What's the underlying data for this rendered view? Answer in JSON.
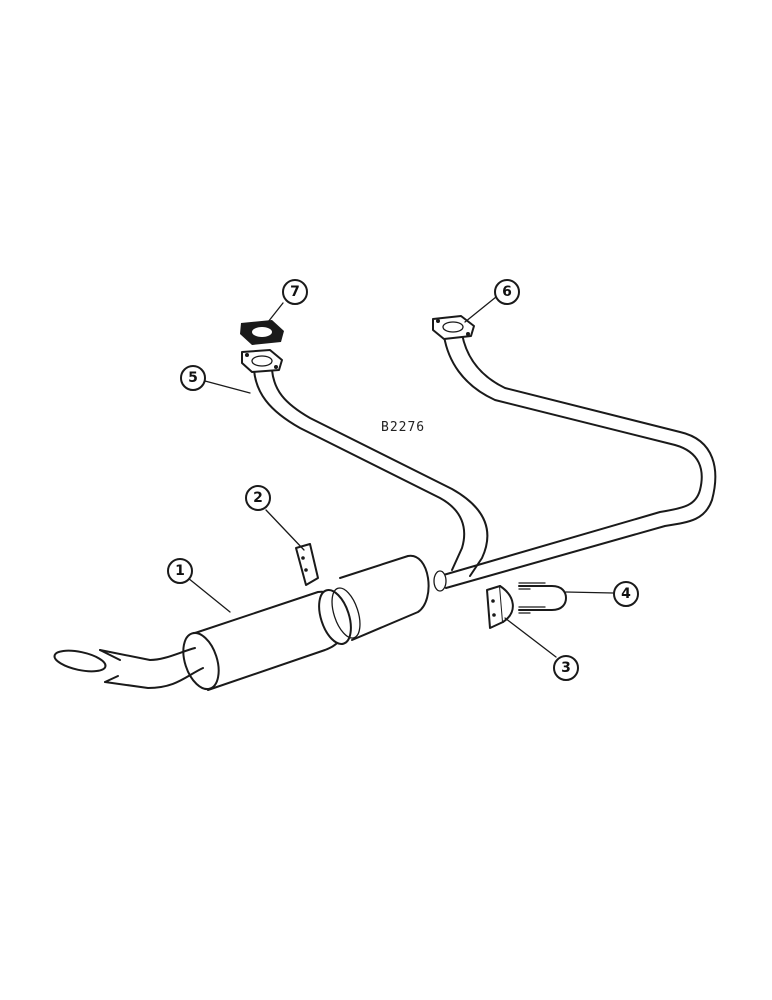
{
  "drawing_number": "B2276",
  "callouts": [
    {
      "label": "1",
      "part": "muffler"
    },
    {
      "label": "2",
      "part": "muffler-bracket"
    },
    {
      "label": "3",
      "part": "pipe-support-bracket"
    },
    {
      "label": "4",
      "part": "u-bolt"
    },
    {
      "label": "5",
      "part": "exhaust-pipe-left"
    },
    {
      "label": "6",
      "part": "exhaust-pipe-right"
    },
    {
      "label": "7",
      "part": "flange-gasket"
    }
  ],
  "colors": {
    "line": "#1a1a1a",
    "background": "#ffffff"
  }
}
